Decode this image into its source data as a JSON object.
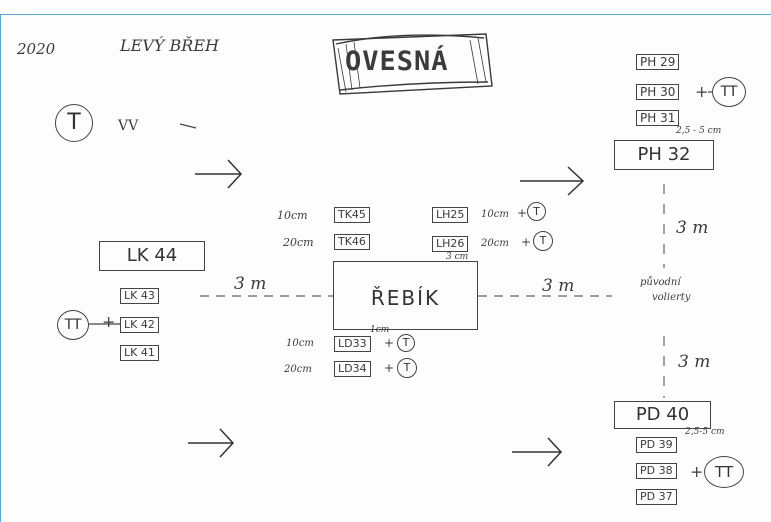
{
  "header": {
    "year": "2020",
    "bank": "LEVÝ BŘEH"
  },
  "title": "OVESNÁ",
  "legend": {
    "symbol": "T",
    "label": "VV"
  },
  "center": {
    "box": "ŘEBÍK",
    "small_note": "1cm",
    "left_items": [
      {
        "dist": "10cm",
        "code": "TK45"
      },
      {
        "dist": "20cm",
        "code": "TK46"
      }
    ],
    "right_items": [
      {
        "code": "LH25",
        "dist": "10cm",
        "plus": "+",
        "mark": "T"
      },
      {
        "code": "LH26",
        "dist": "20cm",
        "plus": "+",
        "mark": "T"
      }
    ],
    "right_note": "3 cm",
    "bottom_items": [
      {
        "dist": "10cm",
        "code": "LD33",
        "plus": "+",
        "mark": "T"
      },
      {
        "dist": "20cm",
        "code": "LD34",
        "plus": "+",
        "mark": "T"
      }
    ]
  },
  "left": {
    "main": "LK 44",
    "items": [
      "LK 43",
      "LK 42",
      "LK 41"
    ],
    "mark": "TT",
    "plus": "+",
    "dist": "3 m"
  },
  "right_dist": "3 m",
  "top_right": {
    "items": [
      "PH 29",
      "PH 30",
      "PH 31"
    ],
    "mark": "TT",
    "plus": "+",
    "note": "2,5 - 5 cm",
    "main": "PH 32"
  },
  "bottom_right": {
    "main": "PD 40",
    "note": "2,5-5 cm",
    "items": [
      "PD 39",
      "PD 38",
      "PD 37"
    ],
    "mark": "TT",
    "plus": "+"
  },
  "vertical": {
    "upper": "3 m",
    "lower": "3 m",
    "label_line1": "původní",
    "label_line2": "volierty"
  }
}
